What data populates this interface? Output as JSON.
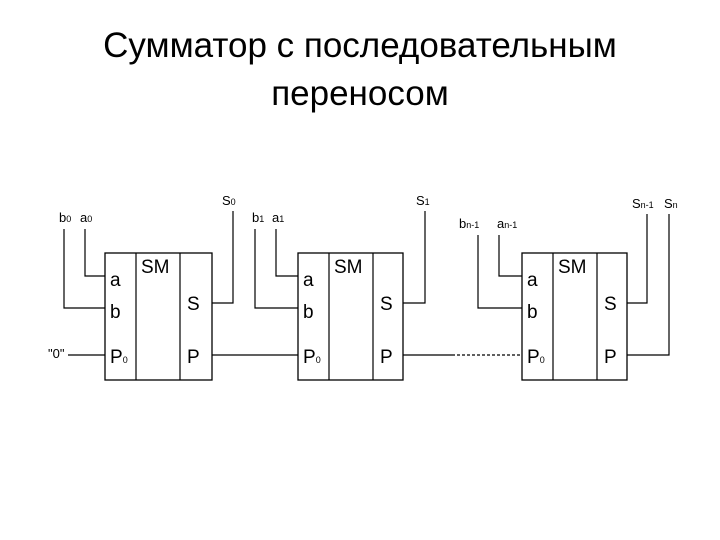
{
  "title": {
    "line1": "Сумматор с последовательным",
    "line2": "переносом"
  },
  "carry_in": "\"0\"",
  "blocks": [
    {
      "name": "SM",
      "pin_a": "a",
      "pin_b": "b",
      "pin_s": "S",
      "pin_p": "P",
      "pin_p0": "P",
      "pin_p0_sub": "0",
      "in_b": "b",
      "in_b_sub": "0",
      "in_a": "a",
      "in_a_sub": "0",
      "out_s": "S",
      "out_s_sub": "0"
    },
    {
      "name": "SM",
      "pin_a": "a",
      "pin_b": "b",
      "pin_s": "S",
      "pin_p": "P",
      "pin_p0": "P",
      "pin_p0_sub": "0",
      "in_b": "b",
      "in_b_sub": "1",
      "in_a": "a",
      "in_a_sub": "1",
      "out_s": "S",
      "out_s_sub": "1"
    },
    {
      "name": "SM",
      "pin_a": "a",
      "pin_b": "b",
      "pin_s": "S",
      "pin_p": "P",
      "pin_p0": "P",
      "pin_p0_sub": "0",
      "in_b": "b",
      "in_b_sub": "n-1",
      "in_a": "a",
      "in_a_sub": "n-1",
      "out_s": "S",
      "out_s_sub": "n-1"
    }
  ],
  "final_out": "S",
  "final_out_sub": "n"
}
